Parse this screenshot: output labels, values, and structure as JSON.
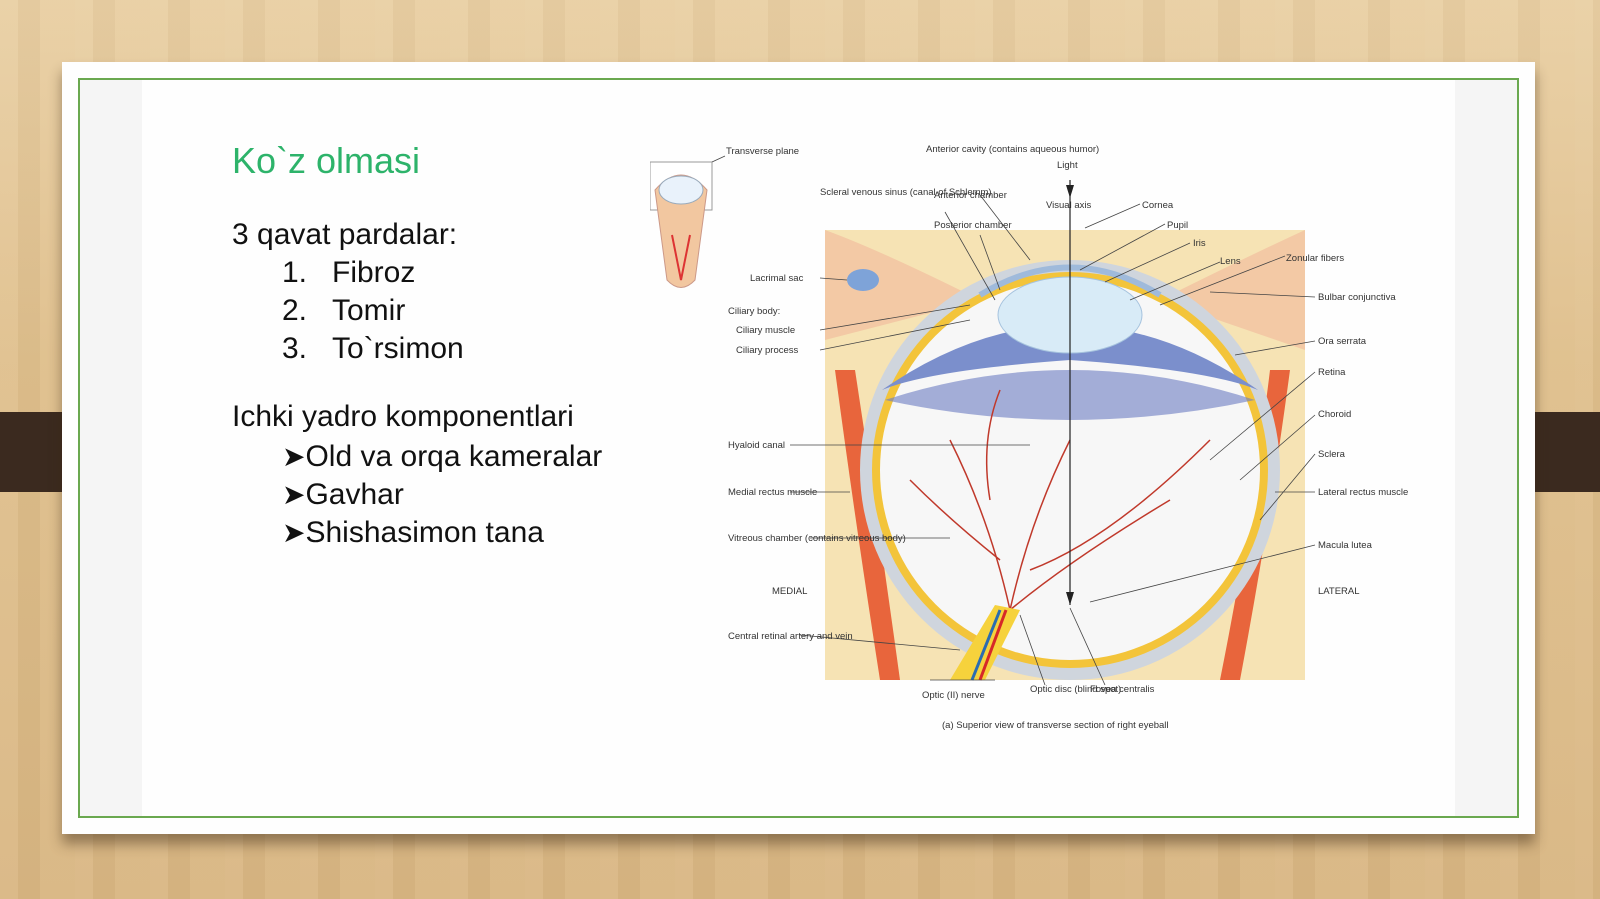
{
  "slide": {
    "title": "Ko`z olmasi",
    "section1": {
      "heading": "3 qavat pardalar:",
      "items": [
        {
          "num": "1.",
          "text": "Fibroz"
        },
        {
          "num": "2.",
          "text": "Tomir"
        },
        {
          "num": "3.",
          "text": "To`rsimon"
        }
      ]
    },
    "section2": {
      "heading": "Ichki yadro komponentlari",
      "bullet": "➤",
      "items": [
        "Old va orqa kameralar",
        "Gavhar",
        "Shishasimon tana"
      ]
    }
  },
  "figure": {
    "labels": {
      "transverse_plane": "Transverse plane",
      "anterior_cavity": "Anterior cavity (contains aqueous humor)",
      "light": "Light",
      "visual_axis": "Visual axis",
      "scleral_venous_sinus": "Scleral venous sinus (canal of Schlemm)",
      "anterior_chamber": "Anterior chamber",
      "posterior_chamber": "Posterior chamber",
      "cornea": "Cornea",
      "pupil": "Pupil",
      "iris": "Iris",
      "lens": "Lens",
      "zonular_fibers": "Zonular fibers",
      "lacrimal_sac": "Lacrimal sac",
      "bulbar_conjunctiva": "Bulbar conjunctiva",
      "ciliary_body": "Ciliary body:",
      "ciliary_muscle": "Ciliary muscle",
      "ciliary_process": "Ciliary process",
      "ora_serrata": "Ora serrata",
      "retina": "Retina",
      "choroid": "Choroid",
      "sclera": "Sclera",
      "hyaloid_canal": "Hyaloid canal",
      "medial_rectus": "Medial rectus muscle",
      "lateral_rectus": "Lateral rectus muscle",
      "vitreous_chamber": "Vitreous chamber (contains vitreous body)",
      "macula_lutea": "Macula lutea",
      "medial": "MEDIAL",
      "lateral": "LATERAL",
      "central_retinal": "Central retinal artery and vein",
      "optic_nerve": "Optic (II) nerve",
      "optic_disc": "Optic disc (blind spot)",
      "fovea_centralis": "Fovea centralis",
      "caption": "(a) Superior view of transverse section of right eyeball"
    }
  }
}
